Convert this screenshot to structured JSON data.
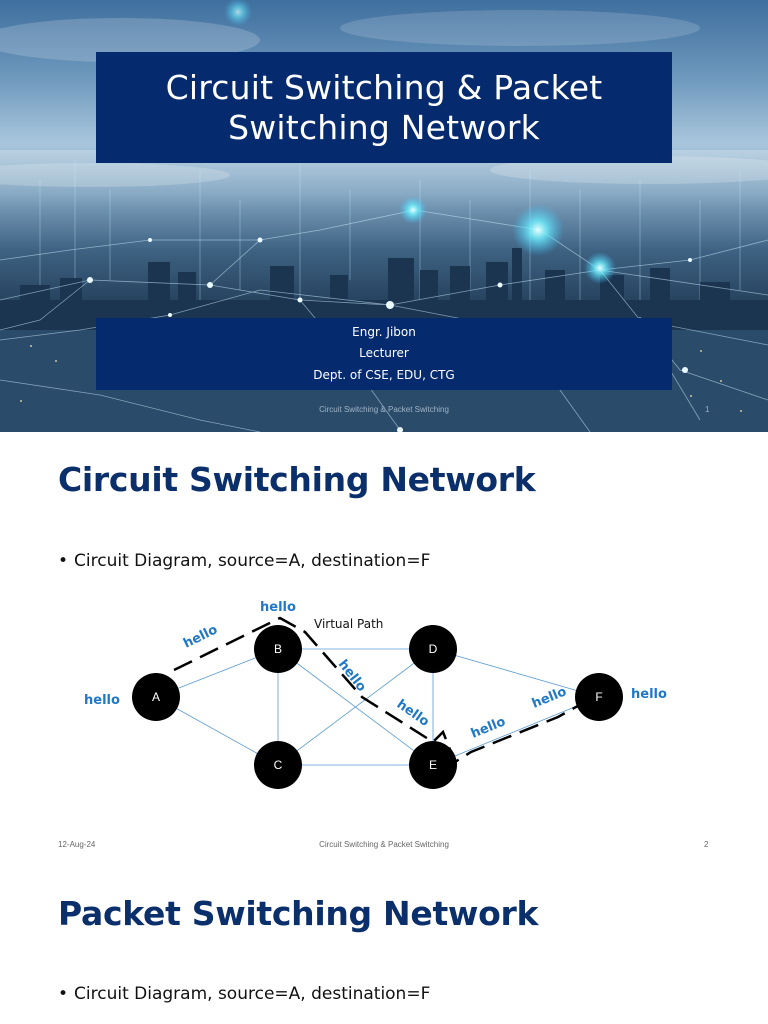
{
  "slide1": {
    "title_line1": "Circuit Switching & Packet",
    "title_line2": "Switching Network",
    "author_name": "Engr. Jibon",
    "author_role": "Lecturer",
    "author_dept": "Dept. of CSE, EDU, CTG",
    "footer_center": "Circuit Switching & Packet Switching",
    "footer_page": "1"
  },
  "slide2": {
    "title": "Circuit Switching Network",
    "bullet_mark": "•",
    "bullet": "Circuit Diagram, source=A, destination=F",
    "diagram": {
      "nodes": {
        "A": "A",
        "B": "B",
        "C": "C",
        "D": "D",
        "E": "E",
        "F": "F"
      },
      "virtual_path_label": "Virtual Path",
      "hello": "hello"
    },
    "footer_date": "12-Aug-24",
    "footer_center": "Circuit Switching & Packet Switching",
    "footer_page": "2"
  },
  "slide3": {
    "title": "Packet Switching Network",
    "bullet_mark": "•",
    "bullet": "Circuit Diagram, source=A, destination=F"
  },
  "colors": {
    "title_box": "#062a6e",
    "heading": "#0a2f6b",
    "hello": "#1f78c8",
    "link_line": "#5b9bd5",
    "node": "#000000"
  }
}
